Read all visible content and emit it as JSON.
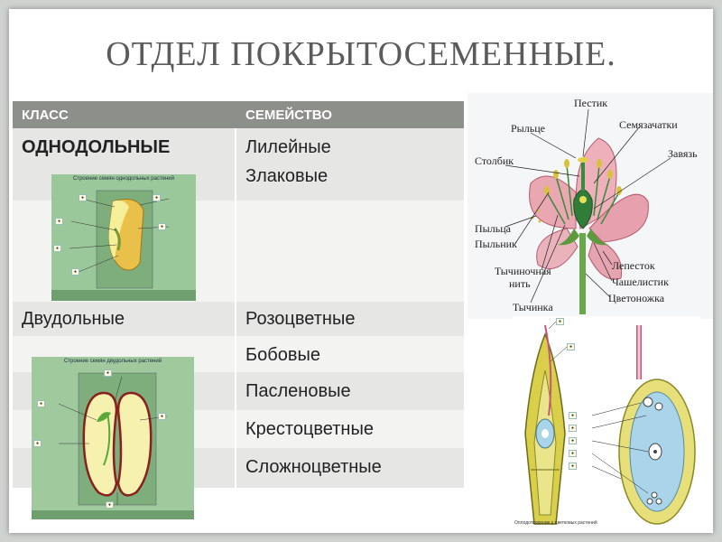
{
  "title": "ОТДЕЛ ПОКРЫТОСЕМЕННЫЕ.",
  "table": {
    "col_class": "КЛАСС",
    "col_family": "СЕМЕЙСТВО",
    "mono": {
      "class": "ОДНОДОЛЬНЫЕ",
      "families": [
        "Лилейные",
        "Злаковые"
      ]
    },
    "di": {
      "class": "Двудольные",
      "families": [
        "Розоцветные",
        "Бобовые",
        "Пасленовые",
        "Крестоцветные",
        "Сложноцветные"
      ]
    }
  },
  "mono_seed_figure": {
    "title": "Строение семян однодольных растений"
  },
  "di_seed_figure": {
    "title": "Строение семян двудольных растений"
  },
  "flower_figure": {
    "labels": [
      "Пестик",
      "Рыльце",
      "Семязачатки",
      "Столбик",
      "Завязь",
      "Пыльца",
      "Пыльник",
      "Тычиночная",
      "нить",
      "Лепесток",
      "Чашелистик",
      "Цветоножка",
      "Тычинка"
    ]
  },
  "fert_figure": {
    "caption": "Оплодотворение у цветковых растений"
  },
  "colors": {
    "header": "#8d8f8b",
    "row_light": "#e6e7e5",
    "row_alt": "#f3f3f2",
    "title": "#5b5b5b"
  }
}
